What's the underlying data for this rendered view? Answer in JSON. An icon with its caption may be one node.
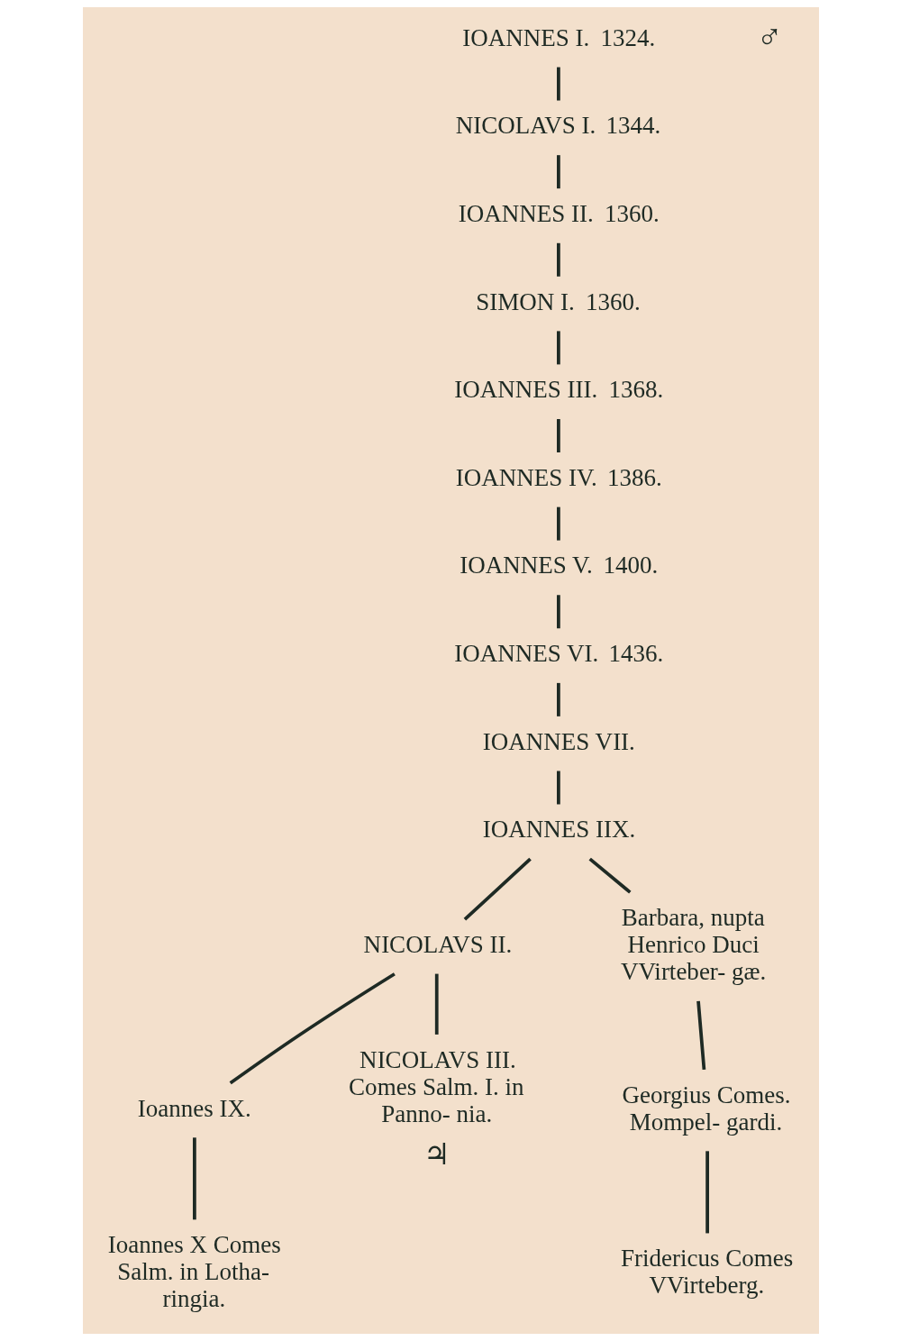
{
  "diagram": {
    "nodes": [
      {
        "text": [
          "IOANNES I.",
          "1324."
        ]
      },
      {
        "text": [
          "NICOLAVS I.",
          "1344."
        ]
      },
      {
        "text": [
          "IOANNES II.",
          "1360."
        ]
      },
      {
        "text": [
          "SIMON I.",
          "1360."
        ]
      },
      {
        "text": [
          "IOANNES III.",
          "1368."
        ]
      },
      {
        "text": [
          "IOANNES IV.",
          "1386."
        ]
      },
      {
        "text": [
          "IOANNES V.",
          "1400."
        ]
      },
      {
        "text": [
          "IOANNES VI.",
          "1436."
        ]
      },
      {
        "text": [
          "IOANNES VII."
        ]
      },
      {
        "text": [
          "IOANNES IIX."
        ]
      },
      {
        "text": [
          "NICOLAVS II."
        ]
      },
      {
        "text": [
          "Barbara, nupta Henrico Duci VVirteber- gæ."
        ]
      },
      {
        "text": [
          "Ioannes IX."
        ]
      },
      {
        "text": [
          "NICOLAVS III. Comes Salm. I. in Panno- nia."
        ],
        "beside": [
          "♃"
        ]
      },
      {
        "text": [
          "Ioannes X Comes Salm. in Lotha- ringia."
        ]
      },
      {
        "text": [
          "Georgius Comes. Mompel- gardi."
        ]
      },
      {
        "text": [
          "Fridericus Comes VVirteberg."
        ]
      }
    ],
    "edges": [
      {
        "from": 0,
        "to": 1,
        "arrow": "none"
      },
      {
        "from": 1,
        "to": 2,
        "arrow": "none"
      },
      {
        "from": 2,
        "to": 3,
        "arrow": "none"
      },
      {
        "from": 3,
        "to": 4,
        "arrow": "none"
      },
      {
        "from": 4,
        "to": 5,
        "arrow": "none"
      },
      {
        "from": 5,
        "to": 6,
        "arrow": "none"
      },
      {
        "from": 6,
        "to": 7,
        "arrow": "none"
      },
      {
        "from": 7,
        "to": 8,
        "arrow": "none"
      },
      {
        "from": 8,
        "to": 9,
        "arrow": "none"
      },
      {
        "from": 9,
        "to": 10,
        "arrow": "none"
      },
      {
        "from": 9,
        "to": 11,
        "arrow": "none"
      },
      {
        "from": 10,
        "to": 12,
        "arrow": "none"
      },
      {
        "from": 10,
        "to": 13,
        "arrow": "none"
      },
      {
        "from": 12,
        "to": 14,
        "arrow": "none"
      },
      {
        "from": 11,
        "to": 15,
        "arrow": "none"
      },
      {
        "from": 15,
        "to": 16,
        "arrow": "none"
      }
    ],
    "labels": [
      "♂"
    ]
  }
}
